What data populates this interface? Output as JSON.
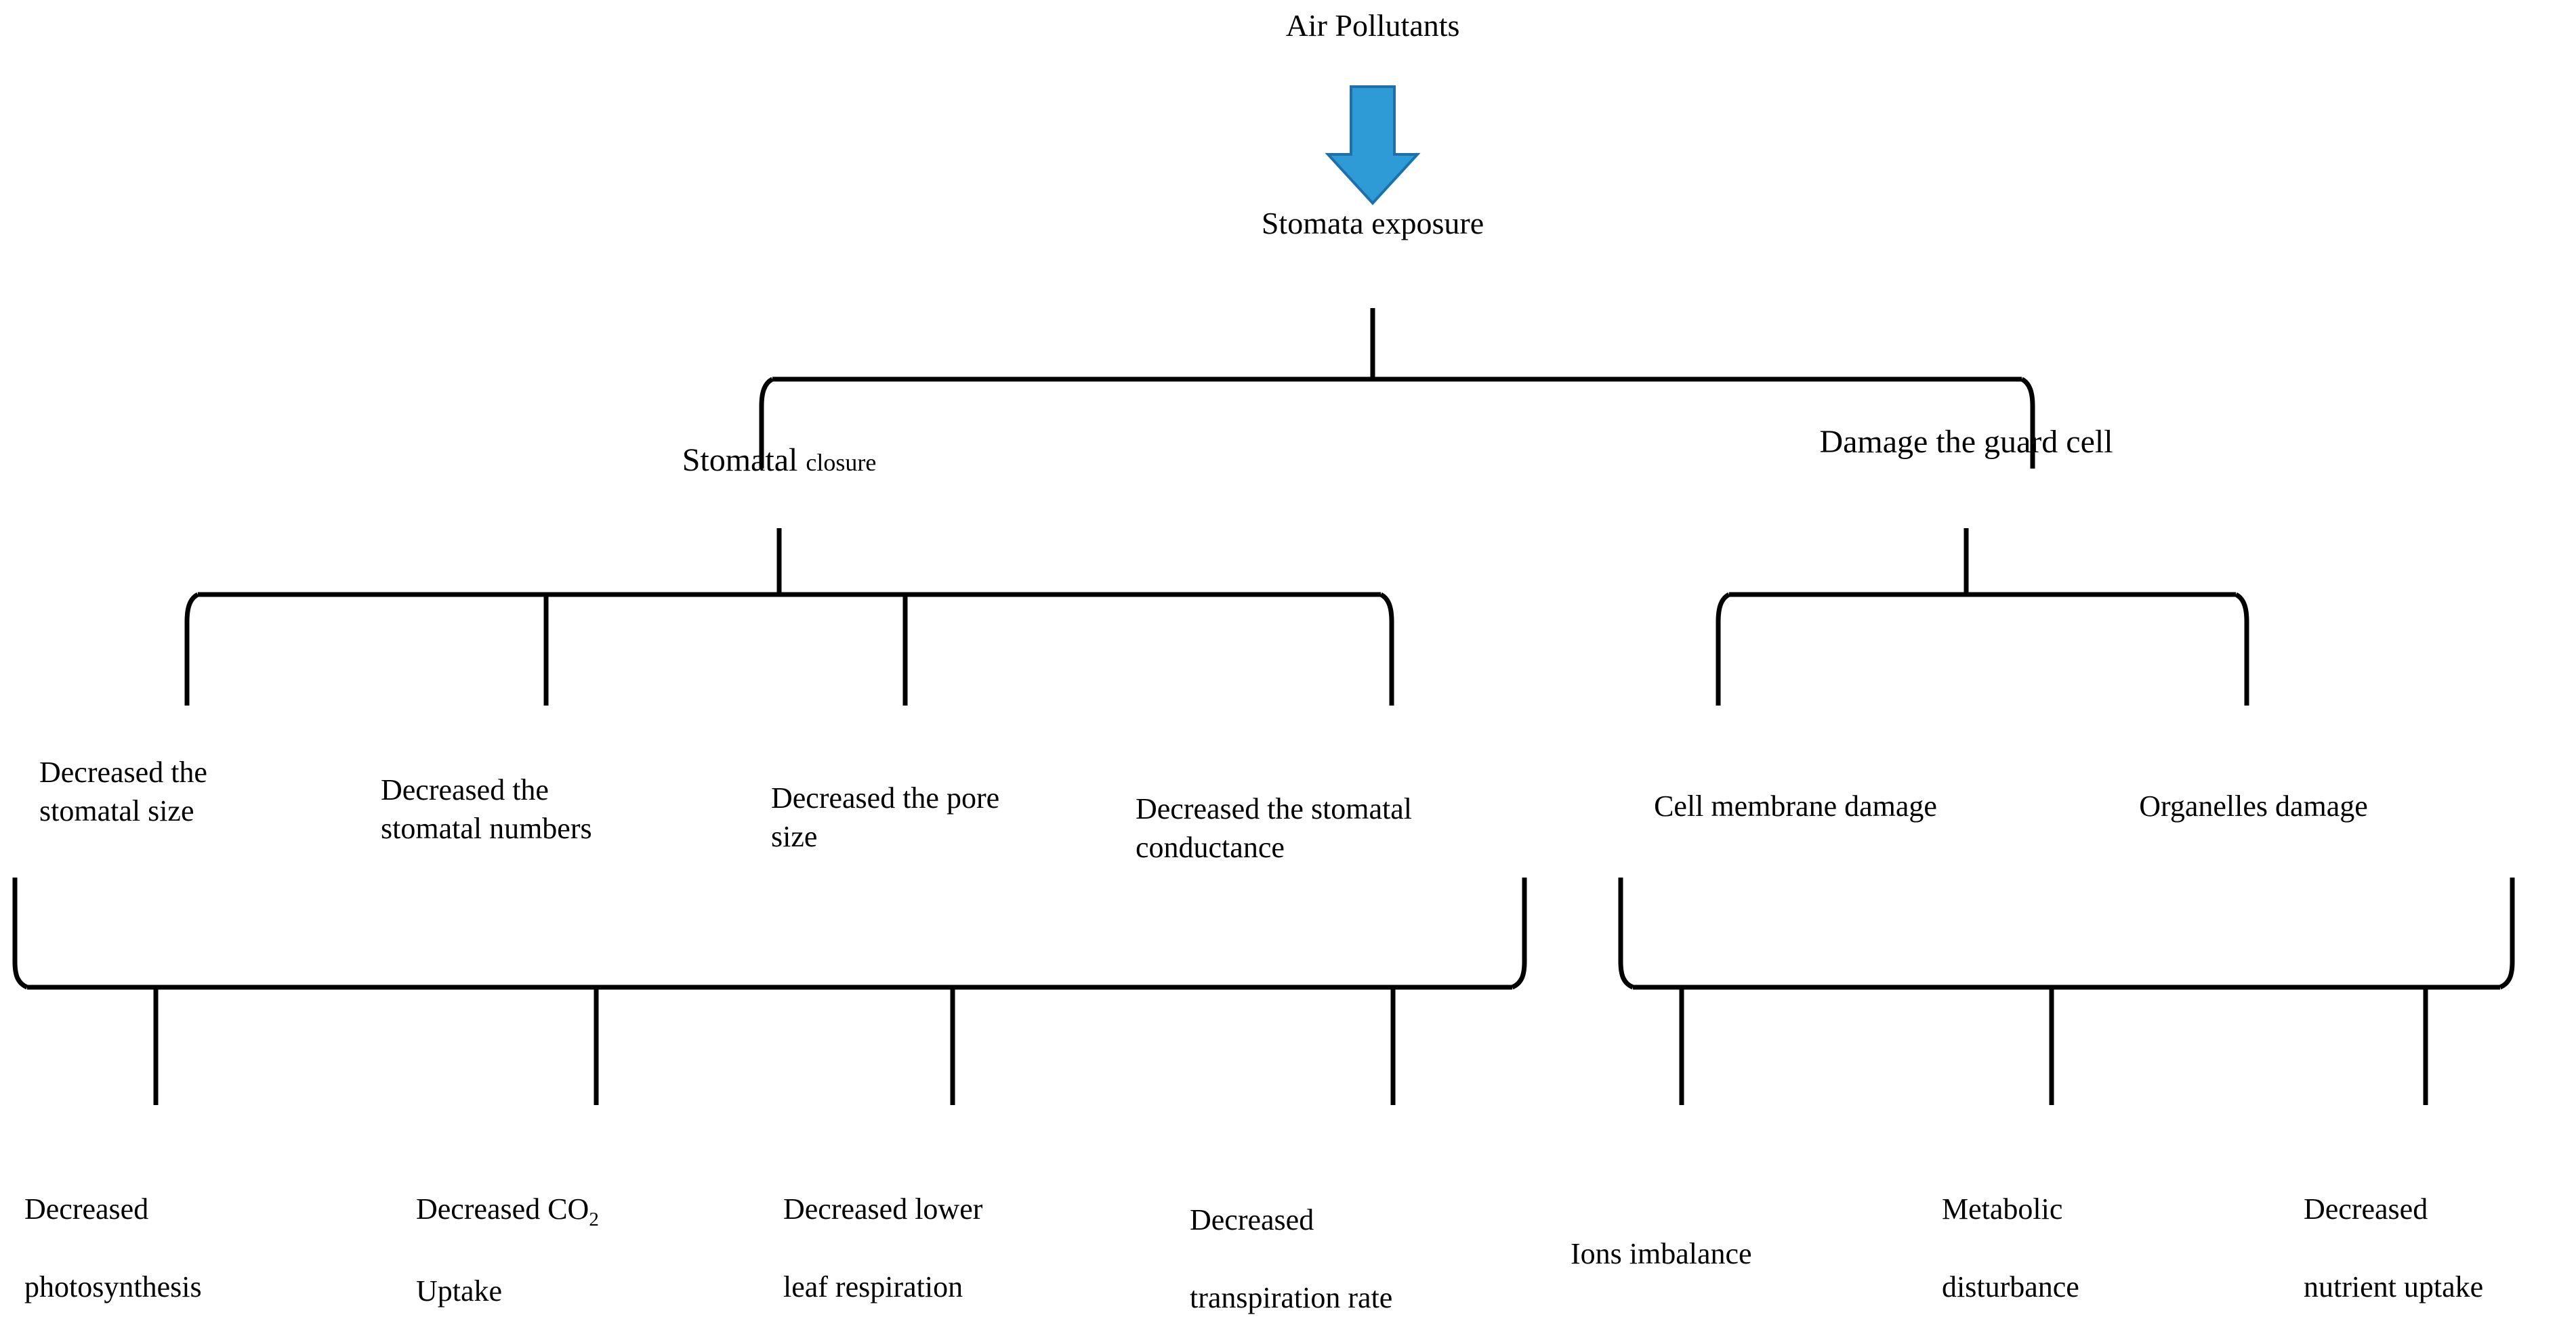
{
  "diagram": {
    "title_node": "Air Pollutants",
    "arrow": {
      "name": "down-arrow",
      "fill_color": "#2E9BD6",
      "stroke_color": "#1F6FA8"
    },
    "level1": "Stomata exposure",
    "branches": [
      {
        "id": "stomatal-closure",
        "label_main": "Stomatal",
        "label_sub": "closure",
        "children": [
          "Decreased the\nstomatal size",
          "Decreased the\nstomatal numbers",
          "Decreased the pore\nsize",
          "Decreased the stomatal\nconductance"
        ],
        "outcomes": [
          {
            "line1": "Decreased",
            "line2": "photosynthesis",
            "sub": ""
          },
          {
            "line1": "Decreased CO",
            "line2": "Uptake",
            "sub": "2"
          },
          {
            "line1": "Decreased lower",
            "line2": "leaf respiration",
            "sub": ""
          },
          {
            "line1": "Decreased",
            "line2": "transpiration rate",
            "sub": ""
          }
        ]
      },
      {
        "id": "damage-guard-cell",
        "label_main": "Damage the guard cell",
        "label_sub": "",
        "children": [
          "Cell membrane damage",
          "Organelles damage"
        ],
        "outcomes": [
          {
            "line1": "Ions imbalance",
            "line2": "",
            "sub": ""
          },
          {
            "line1": "Metabolic",
            "line2": "disturbance",
            "sub": ""
          },
          {
            "line1": "Decreased",
            "line2": "nutrient uptake",
            "sub": ""
          }
        ]
      }
    ]
  }
}
